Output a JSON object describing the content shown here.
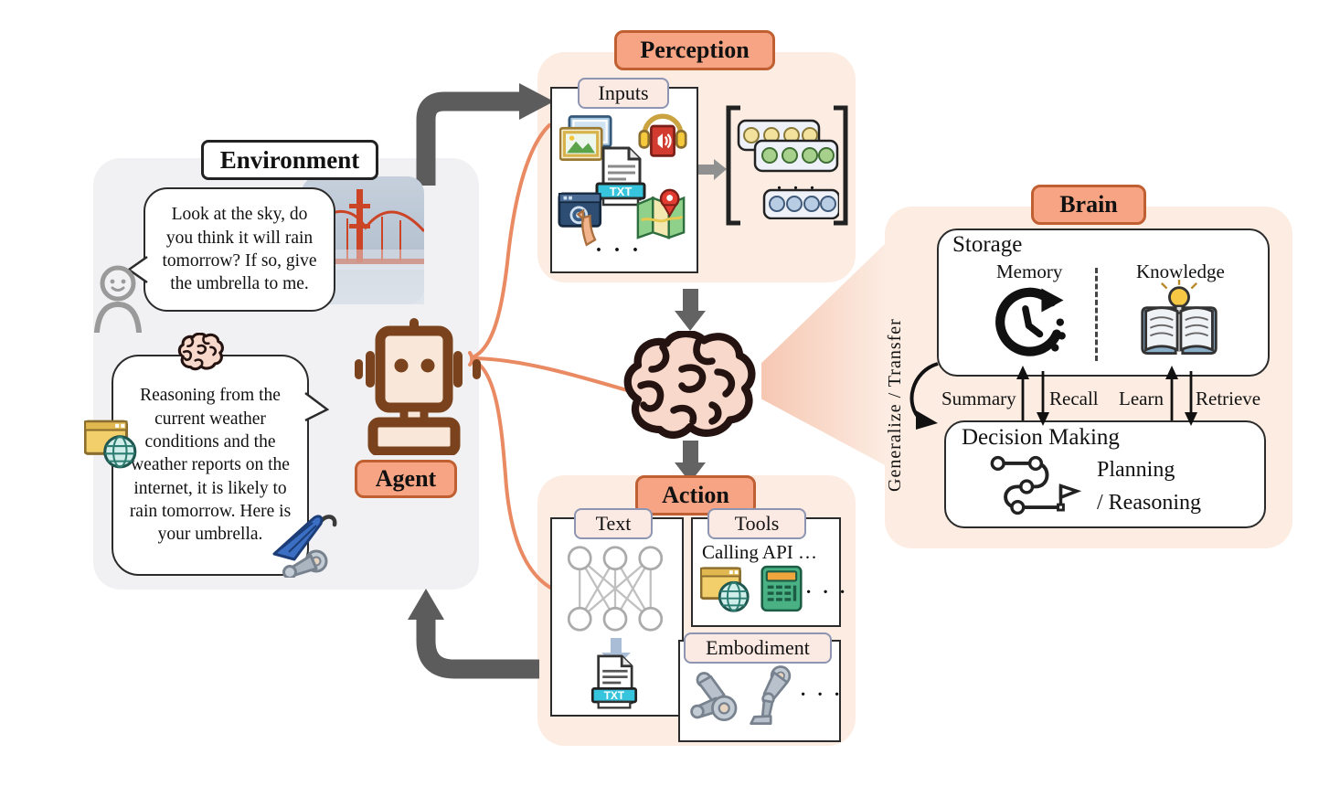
{
  "colors": {
    "badge_fill": "#f6a483",
    "badge_border": "#c05f32",
    "panel_peach": "#fcece2",
    "panel_gray": "#f1f1f3",
    "connector_orange": "#e98a63",
    "arrow_gray": "#5c5c5c",
    "robot_brown": "#7a431d"
  },
  "environment": {
    "label": "Environment",
    "user_message": "Look at the sky, do you think it will rain tomorrow? If so, give the umbrella to me.",
    "agent_message": "Reasoning from the current weather conditions and the weather reports on the internet, it is likely to rain tomorrow. Here is your umbrella.",
    "agent_label": "Agent"
  },
  "perception": {
    "label": "Perception",
    "inputs": {
      "label": "Inputs",
      "txt_icon_label": "TXT",
      "ellipsis": ". . ."
    },
    "embeddings": {
      "ellipsis": ". . ."
    }
  },
  "action": {
    "label": "Action",
    "text_box": {
      "label": "Text",
      "txt_icon_label": "TXT"
    },
    "tools_box": {
      "label": "Tools",
      "caption": "Calling API …",
      "ellipsis": ". . ."
    },
    "embodiment_box": {
      "label": "Embodiment",
      "ellipsis": ". . ."
    }
  },
  "brain": {
    "label": "Brain",
    "storage": {
      "label": "Storage",
      "memory_label": "Memory",
      "knowledge_label": "Knowledge"
    },
    "edges": {
      "summary": "Summary",
      "recall": "Recall",
      "learn": "Learn",
      "retrieve": "Retrieve",
      "generalize": "Generalize / Transfer"
    },
    "decision": {
      "label": "Decision Making",
      "line1": "Planning",
      "line2": "/ Reasoning"
    }
  }
}
